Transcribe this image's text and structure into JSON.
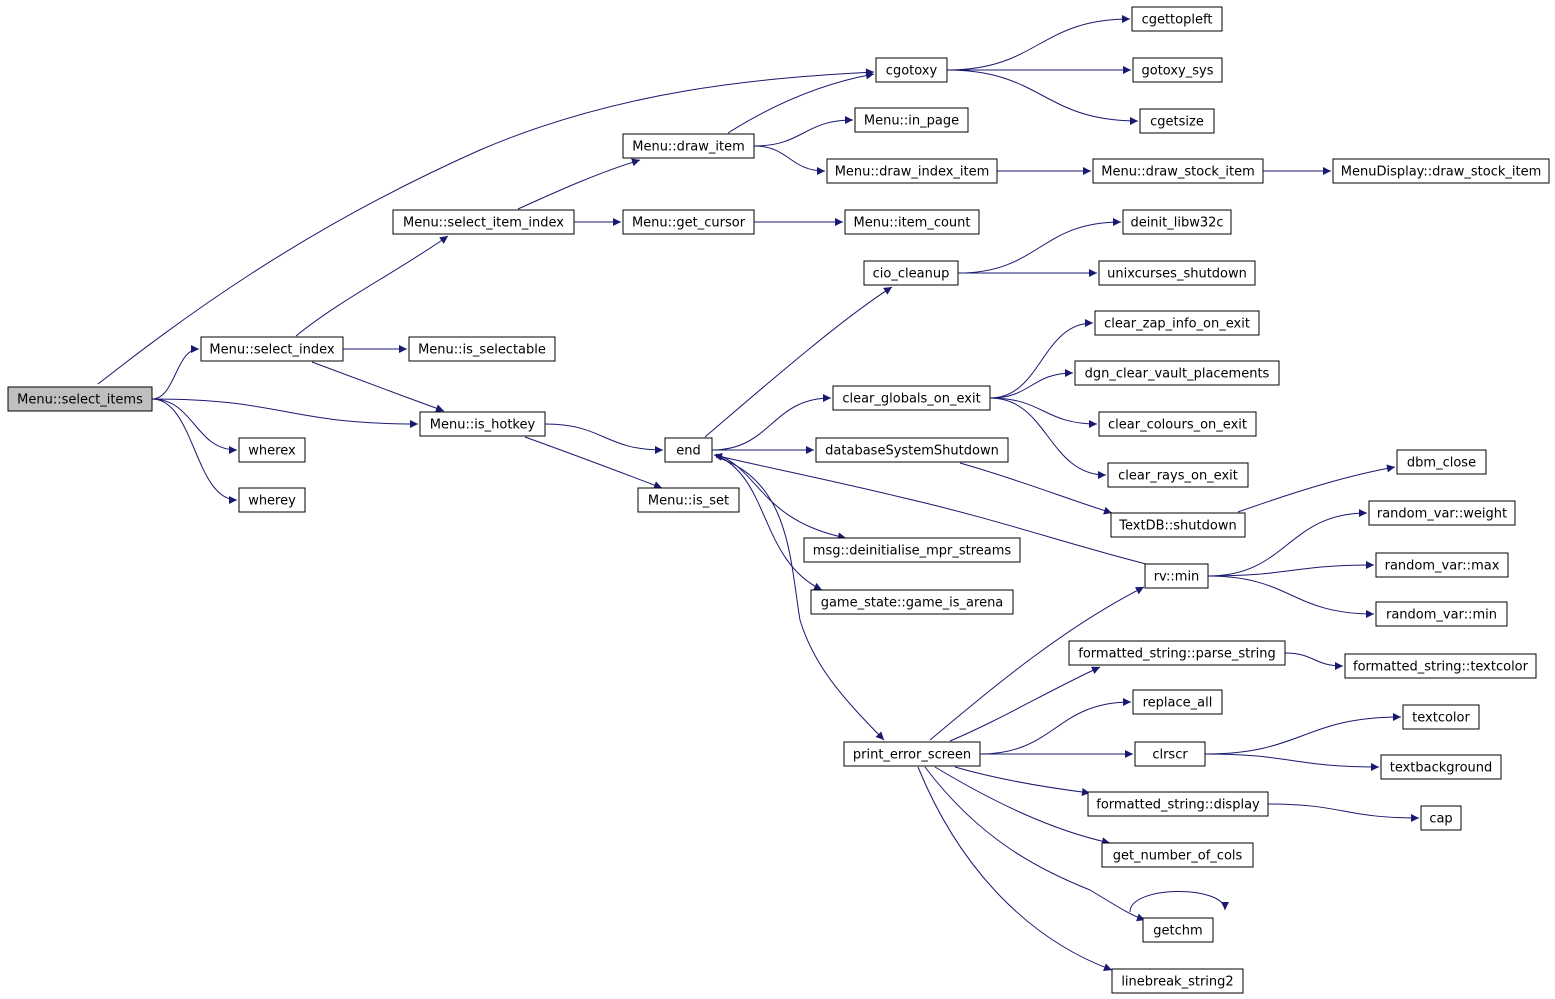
{
  "diagram": {
    "type": "call-graph",
    "colors": {
      "edge": "#191970",
      "node_fill": "#ffffff",
      "root_fill": "#bfbfbf",
      "border": "#000000"
    },
    "nodes": [
      {
        "id": "select_items",
        "label": "Menu::select_items",
        "root": true
      },
      {
        "id": "select_index",
        "label": "Menu::select_index"
      },
      {
        "id": "wherex",
        "label": "wherex"
      },
      {
        "id": "wherey",
        "label": "wherey"
      },
      {
        "id": "select_item_index",
        "label": "Menu::select_item_index"
      },
      {
        "id": "is_selectable",
        "label": "Menu::is_selectable"
      },
      {
        "id": "is_hotkey",
        "label": "Menu::is_hotkey"
      },
      {
        "id": "draw_item",
        "label": "Menu::draw_item"
      },
      {
        "id": "get_cursor",
        "label": "Menu::get_cursor"
      },
      {
        "id": "end",
        "label": "end"
      },
      {
        "id": "is_set",
        "label": "Menu::is_set"
      },
      {
        "id": "cgotoxy",
        "label": "cgotoxy"
      },
      {
        "id": "in_page",
        "label": "Menu::in_page"
      },
      {
        "id": "draw_index_item",
        "label": "Menu::draw_index_item"
      },
      {
        "id": "item_count",
        "label": "Menu::item_count"
      },
      {
        "id": "cio_cleanup",
        "label": "cio_cleanup"
      },
      {
        "id": "clear_globals_on_exit",
        "label": "clear_globals_on_exit"
      },
      {
        "id": "databaseSystemShutdown",
        "label": "databaseSystemShutdown"
      },
      {
        "id": "deinitialise_mpr_streams",
        "label": "msg::deinitialise_mpr_streams"
      },
      {
        "id": "game_is_arena",
        "label": "game_state::game_is_arena"
      },
      {
        "id": "print_error_screen",
        "label": "print_error_screen"
      },
      {
        "id": "cgettopleft",
        "label": "cgettopleft"
      },
      {
        "id": "gotoxy_sys",
        "label": "gotoxy_sys"
      },
      {
        "id": "cgetsize",
        "label": "cgetsize"
      },
      {
        "id": "draw_stock_item",
        "label": "Menu::draw_stock_item"
      },
      {
        "id": "md_draw_stock_item",
        "label": "MenuDisplay::draw_stock_item"
      },
      {
        "id": "deinit_libw32c",
        "label": "deinit_libw32c"
      },
      {
        "id": "unixcurses_shutdown",
        "label": "unixcurses_shutdown"
      },
      {
        "id": "clear_zap_info_on_exit",
        "label": "clear_zap_info_on_exit"
      },
      {
        "id": "dgn_clear_vault_placements",
        "label": "dgn_clear_vault_placements"
      },
      {
        "id": "clear_colours_on_exit",
        "label": "clear_colours_on_exit"
      },
      {
        "id": "clear_rays_on_exit",
        "label": "clear_rays_on_exit"
      },
      {
        "id": "textdb_shutdown",
        "label": "TextDB::shutdown"
      },
      {
        "id": "dbm_close",
        "label": "dbm_close"
      },
      {
        "id": "rv_min",
        "label": "rv::min"
      },
      {
        "id": "rvar_weight",
        "label": "random_var::weight"
      },
      {
        "id": "rvar_max",
        "label": "random_var::max"
      },
      {
        "id": "rvar_min",
        "label": "random_var::min"
      },
      {
        "id": "parse_string",
        "label": "formatted_string::parse_string"
      },
      {
        "id": "fs_textcolor",
        "label": "formatted_string::textcolor"
      },
      {
        "id": "replace_all",
        "label": "replace_all"
      },
      {
        "id": "clrscr",
        "label": "clrscr"
      },
      {
        "id": "textcolor",
        "label": "textcolor"
      },
      {
        "id": "textbackground",
        "label": "textbackground"
      },
      {
        "id": "fs_display",
        "label": "formatted_string::display"
      },
      {
        "id": "cap",
        "label": "cap"
      },
      {
        "id": "get_number_of_cols",
        "label": "get_number_of_cols"
      },
      {
        "id": "getchm",
        "label": "getchm"
      },
      {
        "id": "linebreak_string2",
        "label": "linebreak_string2"
      }
    ],
    "edges": [
      [
        "select_items",
        "cgotoxy"
      ],
      [
        "select_items",
        "select_index"
      ],
      [
        "select_items",
        "is_hotkey"
      ],
      [
        "select_items",
        "wherex"
      ],
      [
        "select_items",
        "wherey"
      ],
      [
        "select_index",
        "select_item_index"
      ],
      [
        "select_index",
        "is_selectable"
      ],
      [
        "select_index",
        "is_hotkey"
      ],
      [
        "select_item_index",
        "draw_item"
      ],
      [
        "select_item_index",
        "get_cursor"
      ],
      [
        "draw_item",
        "cgotoxy"
      ],
      [
        "draw_item",
        "in_page"
      ],
      [
        "draw_item",
        "draw_index_item"
      ],
      [
        "get_cursor",
        "item_count"
      ],
      [
        "cgotoxy",
        "cgettopleft"
      ],
      [
        "cgotoxy",
        "gotoxy_sys"
      ],
      [
        "cgotoxy",
        "cgetsize"
      ],
      [
        "draw_index_item",
        "draw_stock_item"
      ],
      [
        "draw_stock_item",
        "md_draw_stock_item"
      ],
      [
        "is_hotkey",
        "end"
      ],
      [
        "is_hotkey",
        "is_set"
      ],
      [
        "end",
        "cio_cleanup"
      ],
      [
        "end",
        "clear_globals_on_exit"
      ],
      [
        "end",
        "databaseSystemShutdown"
      ],
      [
        "end",
        "deinitialise_mpr_streams"
      ],
      [
        "end",
        "game_is_arena"
      ],
      [
        "end",
        "print_error_screen"
      ],
      [
        "cio_cleanup",
        "deinit_libw32c"
      ],
      [
        "cio_cleanup",
        "unixcurses_shutdown"
      ],
      [
        "clear_globals_on_exit",
        "clear_zap_info_on_exit"
      ],
      [
        "clear_globals_on_exit",
        "dgn_clear_vault_placements"
      ],
      [
        "clear_globals_on_exit",
        "clear_colours_on_exit"
      ],
      [
        "clear_globals_on_exit",
        "clear_rays_on_exit"
      ],
      [
        "databaseSystemShutdown",
        "textdb_shutdown"
      ],
      [
        "textdb_shutdown",
        "dbm_close"
      ],
      [
        "rv_min",
        "end"
      ],
      [
        "rv_min",
        "rvar_weight"
      ],
      [
        "rv_min",
        "rvar_max"
      ],
      [
        "rv_min",
        "rvar_min"
      ],
      [
        "print_error_screen",
        "rv_min"
      ],
      [
        "print_error_screen",
        "parse_string"
      ],
      [
        "print_error_screen",
        "replace_all"
      ],
      [
        "print_error_screen",
        "clrscr"
      ],
      [
        "print_error_screen",
        "fs_display"
      ],
      [
        "print_error_screen",
        "get_number_of_cols"
      ],
      [
        "print_error_screen",
        "getchm"
      ],
      [
        "print_error_screen",
        "linebreak_string2"
      ],
      [
        "parse_string",
        "fs_textcolor"
      ],
      [
        "clrscr",
        "textcolor"
      ],
      [
        "clrscr",
        "textbackground"
      ],
      [
        "fs_display",
        "cap"
      ],
      [
        "getchm",
        "getchm"
      ]
    ]
  }
}
